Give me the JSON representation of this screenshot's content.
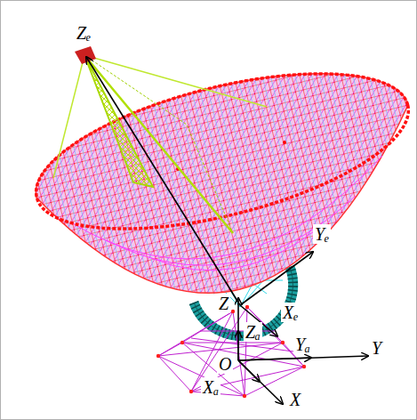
{
  "diagram": {
    "labels": [
      "Zₑ",
      "Yₑ",
      "Xₑ",
      "Z",
      "Zₐ",
      "Yₐ",
      "Y",
      "O",
      "Xₐ",
      "X"
    ]
  }
}
